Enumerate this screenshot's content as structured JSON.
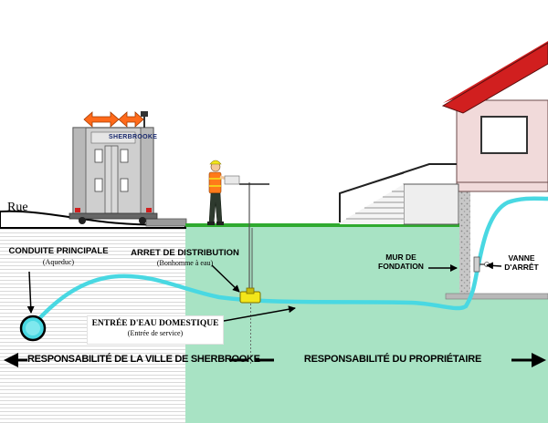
{
  "labels": {
    "street": "Rue",
    "main_pipe": "CONDUITE PRINCIPALE",
    "main_pipe_sub": "(Aqueduc)",
    "stop_valve": "ARRET DE DISTRIBUTION",
    "stop_valve_sub": "(Bonhomme à eau)",
    "domestic_entry": "ENTRÉE D'EAU DOMESTIQUE",
    "domestic_entry_sub": "(Entrée de service)",
    "foundation_wall_1": "MUR DE",
    "foundation_wall_2": "FONDATION",
    "shutoff_valve_1": "VANNE",
    "shutoff_valve_2": "D'ARRÊT",
    "truck_sign": "SHERBROOKE",
    "city_responsibility": "RESPONSABILITÉ DE LA VILLE DE SHERBROOKE",
    "owner_responsibility": "RESPONSABILITÉ DU PROPRIÉTAIRE"
  },
  "colors": {
    "city_soil": "#ffffff",
    "owner_soil": "#a8e3c4",
    "grass": "#2faa2f",
    "pipe": "#49d8e2",
    "roof": "#d11f1f",
    "house_wall": "#f1dada",
    "valve": "#f3e61a",
    "truck_arrow": "#ff6a1a"
  }
}
